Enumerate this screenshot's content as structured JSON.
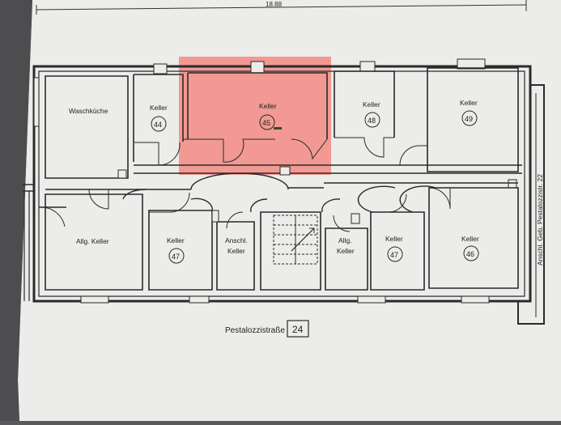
{
  "dimension": {
    "top_width": "18.88"
  },
  "rooms": {
    "waschkueche": {
      "label": "Waschküche"
    },
    "keller_44": {
      "label": "Keller",
      "number": "44"
    },
    "keller_45": {
      "label": "Keller",
      "number": "45"
    },
    "keller_48": {
      "label": "Keller",
      "number": "48"
    },
    "keller_49": {
      "label": "Keller",
      "number": "49"
    },
    "allg_keller_left": {
      "label": "Allg. Keller"
    },
    "keller_47_left": {
      "label": "Keller",
      "number": "47"
    },
    "anschl_keller": {
      "label_1": "Anschl.",
      "label_2": "Keller"
    },
    "allg_keller_mid": {
      "label_1": "Allg.",
      "label_2": "Keller"
    },
    "keller_47_right": {
      "label": "Keller",
      "number": "47"
    },
    "keller_46": {
      "label": "Keller",
      "number": "46"
    }
  },
  "street": {
    "name": "Pestalozzistraße",
    "house_number": "24"
  },
  "side_note": "Anschl. Geb. Pestalozzistr. 22",
  "colors": {
    "highlight": "#f28b82",
    "paper": "#eeeeec",
    "line": "#2a2a2a"
  }
}
